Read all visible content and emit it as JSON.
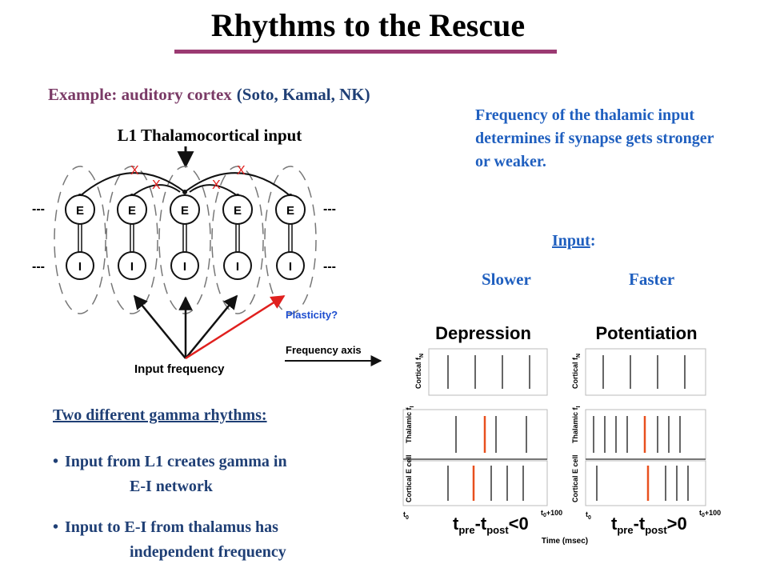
{
  "title": "Rhythms to the Rescue",
  "example": {
    "label": "Example: auditory cortex",
    "authors": "(Soto, Kamal, NK)"
  },
  "freq_note": "Frequency of the thalamic input determines if synapse gets stronger or weaker.",
  "input_label": "Input",
  "input_colon": ":",
  "slower": "Slower",
  "faster": "Faster",
  "network": {
    "top_label": "L1 Thalamocortical input",
    "e_label": "E",
    "i_label": "I",
    "ellipsis": "---",
    "x_mark": "X",
    "input_frequency": "Input frequency",
    "plasticity": "Plasticity?",
    "frequency_axis": "Frequency axis",
    "colors": {
      "red": "#e0201e",
      "black": "#111111",
      "blue": "#1f4fd0"
    }
  },
  "panels": {
    "depression_title": "Depression",
    "potentiation_title": "Potentiation",
    "row1_label": "Cortical f",
    "row1_sub": "N",
    "row2_label": "Thalamic f",
    "row2_sub": "I",
    "row3_label": "Cortical E cell",
    "t0": "t",
    "t0_sub": "0",
    "t_end": "t",
    "t_end_sub": "0",
    "t_end_suffix": "+100",
    "dep_formula": "t",
    "formula_pre": "pre",
    "formula_post": "post",
    "dep_ineq": "<0",
    "pot_ineq": ">0",
    "time_label": "Time (msec)",
    "spike_color": "#333333",
    "highlight_color": "#e8501e"
  },
  "gamma": {
    "heading": "Two different gamma rhythms:",
    "bullet1_line1": "Input from L1 creates gamma in",
    "bullet1_line2": "E-I network",
    "bullet2_line1": "Input to E-I from thalamus has",
    "bullet2_line2": "independent frequency",
    "bullet_char": "•"
  }
}
